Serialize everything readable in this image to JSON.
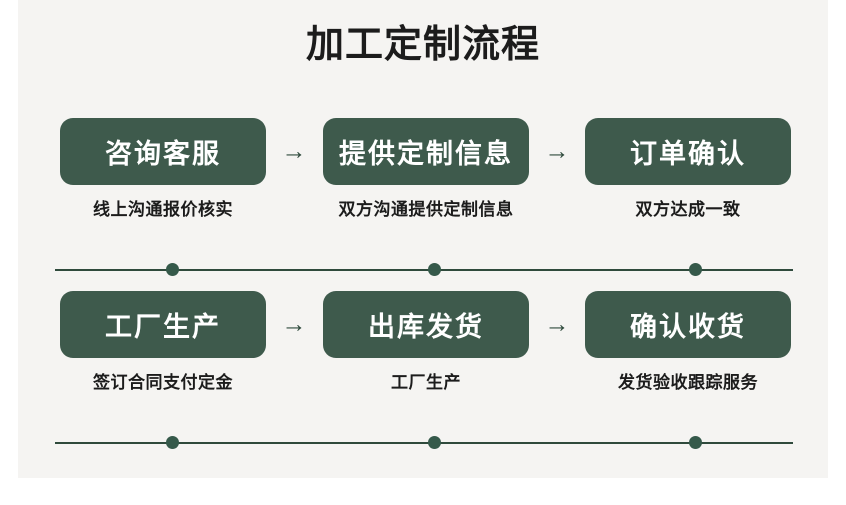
{
  "page": {
    "title": "加工定制流程",
    "background_color": "#f5f4f2",
    "outer_color": "#ffffff",
    "accent_color": "#3e5a4c",
    "line_color": "#2f4a3c",
    "chip_text_color": "#ffffff",
    "caption_text_color": "#1c1c1c"
  },
  "arrows": {
    "glyph": "→",
    "row1_a": "→",
    "row1_b": "→",
    "row2_a": "→",
    "row2_b": "→"
  },
  "rows": [
    {
      "id": "row-1",
      "steps": [
        {
          "label": "咨询客服",
          "caption": "线上沟通报价核实"
        },
        {
          "label": "提供定制信息",
          "caption": "双方沟通提供定制信息"
        },
        {
          "label": "订单确认",
          "caption": "双方达成一致"
        }
      ]
    },
    {
      "id": "row-2",
      "steps": [
        {
          "label": "工厂生产",
          "caption": "签订合同支付定金"
        },
        {
          "label": "出库发货",
          "caption": "工厂生产"
        },
        {
          "label": "确认收货",
          "caption": "发货验收跟踪服务"
        }
      ]
    }
  ]
}
